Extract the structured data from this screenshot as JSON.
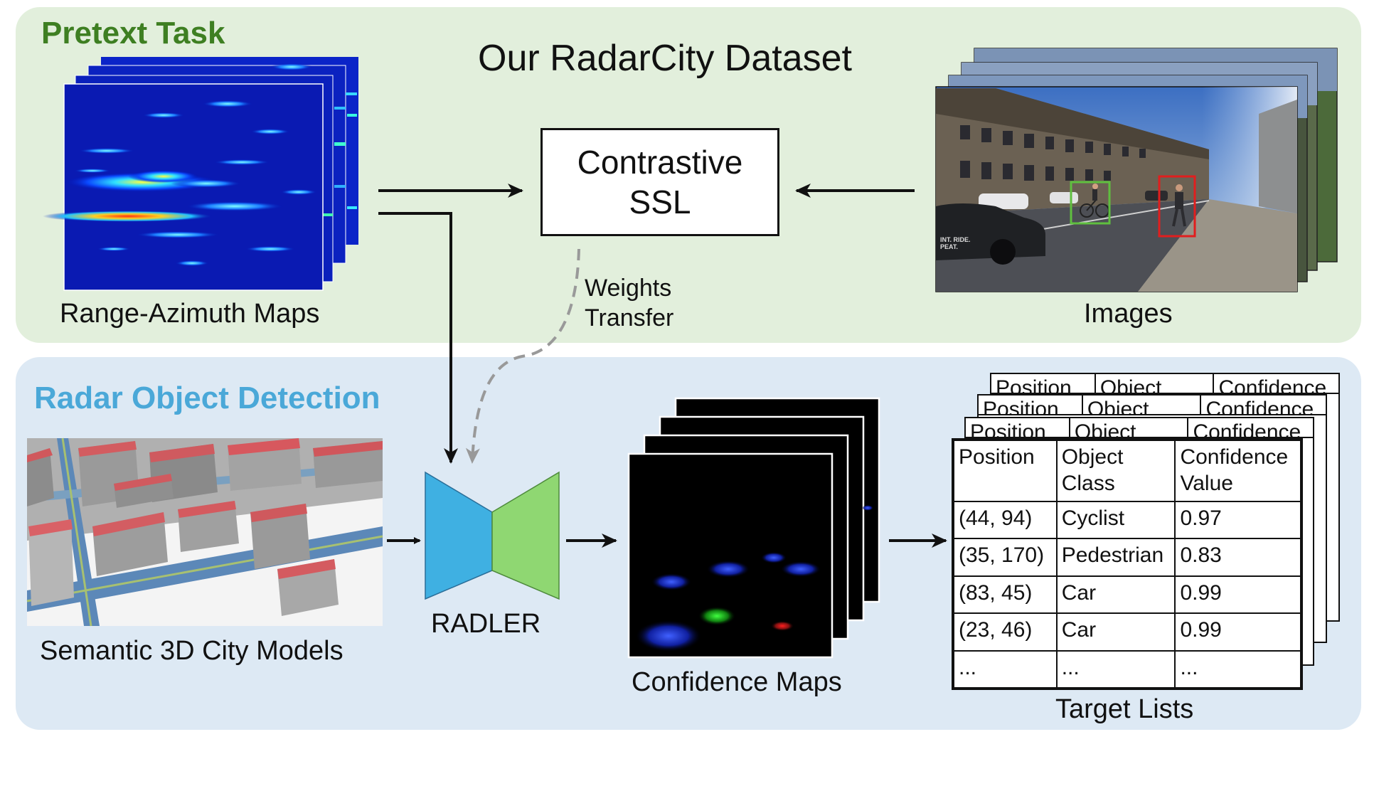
{
  "colors": {
    "pretext_panel": "#e2efdc",
    "detection_panel": "#dde9f4",
    "pretext_title": "#3e7f22",
    "detection_title": "#4aa8d8",
    "encoder_blue": "#3fb0e2",
    "decoder_green": "#8fd772",
    "cyclist_box": "#5fbf3f",
    "pedestrian_box": "#e11e1e",
    "dashed_arrow": "#999999"
  },
  "pretext": {
    "title": "Pretext Task",
    "dataset_title": "Our RadarCity Dataset",
    "range_azimuth_label": "Range-Azimuth Maps",
    "ssl_line1": "Contrastive",
    "ssl_line2": "SSL",
    "weights_line1": "Weights",
    "weights_line2": "Transfer",
    "images_label": "Images",
    "car_text_line1": "INT. RIDE.",
    "car_text_line2": "PEAT."
  },
  "detection": {
    "title": "Radar Object Detection",
    "city_models_label": "Semantic 3D City Models",
    "model_label": "RADLER",
    "confidence_maps_label": "Confidence Maps",
    "target_lists_label": "Target Lists",
    "table": {
      "header": [
        "Position",
        "Object\nClass",
        "Confidence\nValue"
      ],
      "header_col1": "Position",
      "header_col2_l1": "Object",
      "header_col2_l2": "Class",
      "header_col3_l1": "Confidence",
      "header_col3_l2": "Value",
      "back_headers": [
        "Position",
        "Object",
        "Confidence"
      ],
      "rows": [
        [
          "(44, 94)",
          "Cyclist",
          "0.97"
        ],
        [
          "(35, 170)",
          "Pedestrian",
          "0.83"
        ],
        [
          "(83, 45)",
          "Car",
          "0.99"
        ],
        [
          "(23, 46)",
          "Car",
          "0.99"
        ],
        [
          "...",
          "...",
          "..."
        ]
      ]
    }
  }
}
